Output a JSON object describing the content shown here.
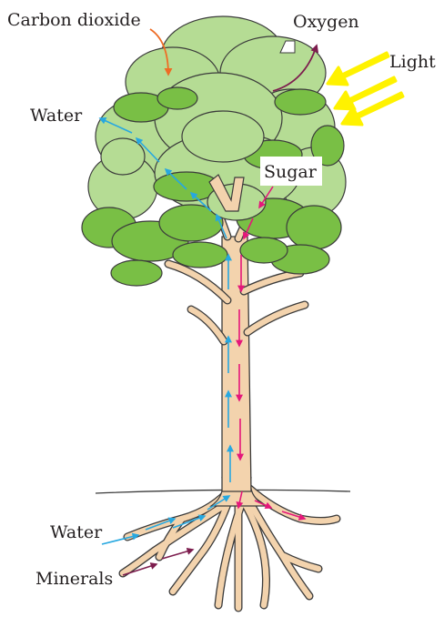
{
  "labels": {
    "carbon_dioxide": "Carbon dioxide",
    "oxygen": "Oxygen",
    "light": "Light",
    "water_top": "Water",
    "sugar": "Sugar",
    "water_bottom": "Water",
    "minerals": "Minerals"
  },
  "colors": {
    "canopy_light": "#b5dc94",
    "canopy_dark": "#79bf45",
    "outline": "#3b3b3b",
    "trunk": "#f3d3ad",
    "water_arrow": "#27a8e0",
    "sugar_arrow": "#e5177a",
    "mineral_arrow": "#7d1d4e",
    "oxygen_arrow": "#7d1d4e",
    "co2_arrow": "#ee6c25",
    "light_arrow": "#fff200"
  }
}
